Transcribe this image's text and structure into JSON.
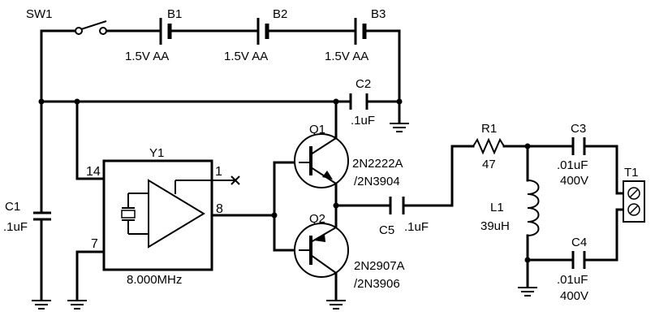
{
  "switch": {
    "ref": "SW1"
  },
  "batteries": [
    {
      "ref": "B1",
      "value": "1.5V AA"
    },
    {
      "ref": "B2",
      "value": "1.5V AA"
    },
    {
      "ref": "B3",
      "value": "1.5V AA"
    }
  ],
  "capacitors": {
    "c1": {
      "ref": "C1",
      "value": ".1uF"
    },
    "c2": {
      "ref": "C2",
      "value": ".1uF"
    },
    "c3": {
      "ref": "C3",
      "value": ".01uF",
      "rating": "400V"
    },
    "c4": {
      "ref": "C4",
      "value": ".01uF",
      "rating": "400V"
    },
    "c5": {
      "ref": "C5",
      "value": ".1uF"
    }
  },
  "oscillator": {
    "ref": "Y1",
    "frequency": "8.000MHz",
    "pin_vcc": "14",
    "pin_nc": "1",
    "pin_out": "8",
    "pin_gnd": "7"
  },
  "transistors": {
    "q1": {
      "ref": "Q1",
      "part": "2N2222A",
      "alt": "/2N3904"
    },
    "q2": {
      "ref": "Q2",
      "part": "2N2907A",
      "alt": "/2N3906"
    }
  },
  "resistor": {
    "ref": "R1",
    "value": "47"
  },
  "inductor": {
    "ref": "L1",
    "value": "39uH"
  },
  "terminal": {
    "ref": "T1"
  }
}
